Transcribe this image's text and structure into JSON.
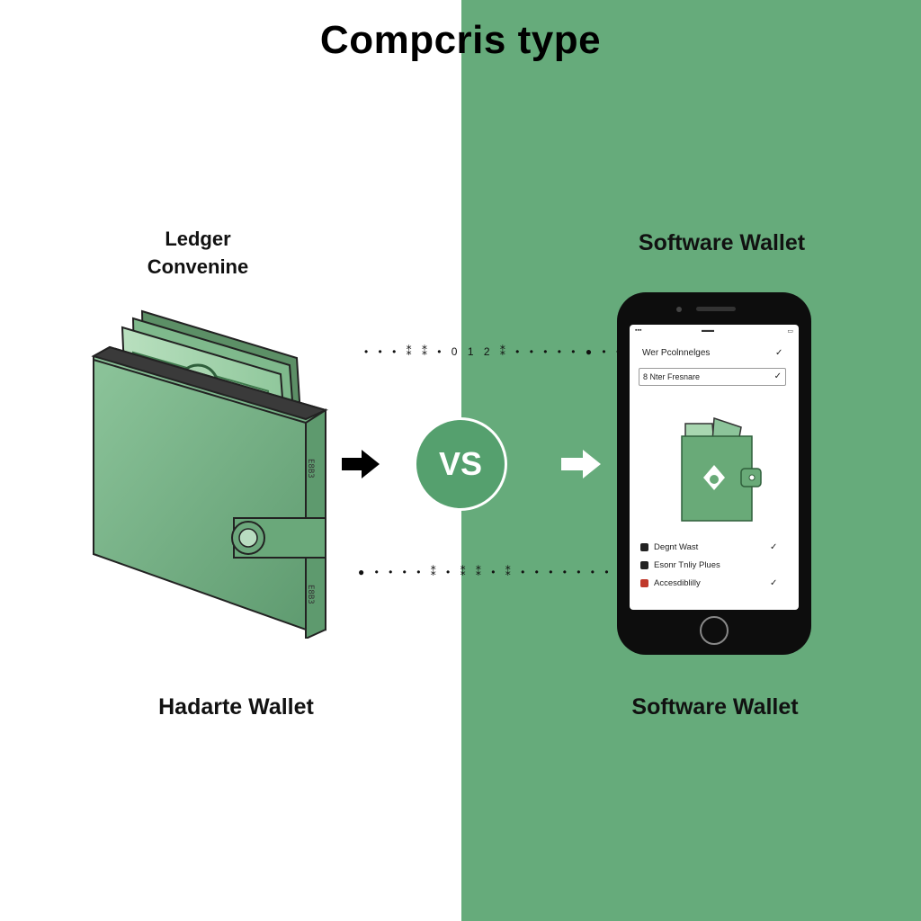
{
  "title": "Compcris type",
  "left": {
    "top_label_line1": "Ledger",
    "top_label_line2": "Convenine",
    "bottom_label": "Hadarte Wallet",
    "side_marks": [
      "E8B3",
      "E8B3"
    ]
  },
  "center": {
    "vs": "VS",
    "top_dots": "• • • ⁑ ⁑ • 0 1 2 ⁑ • • • • • ● • • • • •",
    "bottom_dots": "● • • • • ⁑ • ⁑ ⁑ • ⁑ • • • • • • • • ●"
  },
  "right": {
    "top_label": "Software Wallet",
    "bottom_label": "Software Wallet",
    "phone": {
      "row1": "Wer Pcolnnelges",
      "field": "8 Nter Fresnare",
      "list": [
        {
          "label": "Degnt Wast",
          "checked": true
        },
        {
          "label": "Esonr Tnliy Plues",
          "checked": false
        },
        {
          "label": "Accesdiblilly",
          "checked": true
        }
      ],
      "check": "✓"
    }
  },
  "colors": {
    "green_bg": "#66ab7b",
    "wallet_green": "#7ab889",
    "vs_circle": "#55a06e"
  }
}
